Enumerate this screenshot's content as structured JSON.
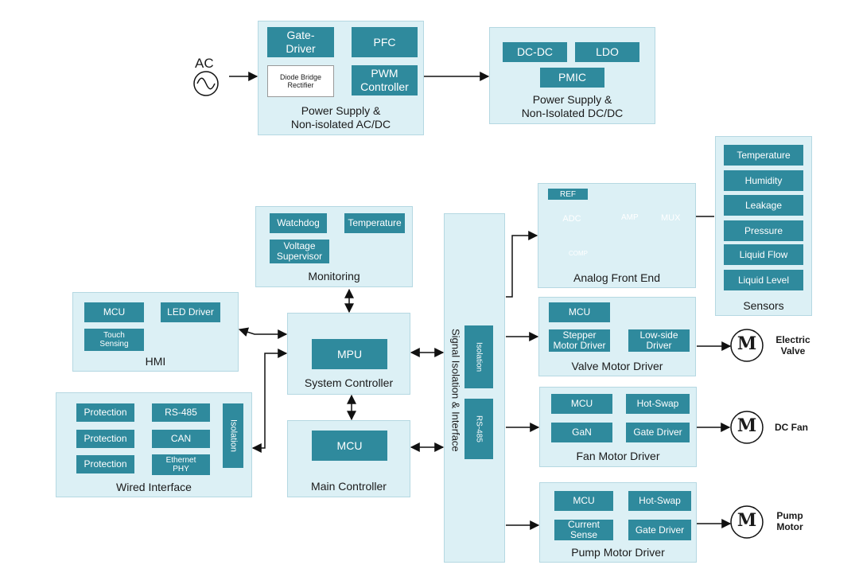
{
  "ac": {
    "label": "AC"
  },
  "power_ac": {
    "label": "Power Supply &\nNon-isolated AC/DC",
    "gate_driver": "Gate-\nDriver",
    "pfc": "PFC",
    "diode_bridge": "Diode Bridge\nRectifier",
    "pwm_controller": "PWM\nController"
  },
  "power_dc": {
    "label": "Power Supply &\nNon-Isolated DC/DC",
    "dcdc": "DC-DC",
    "ldo": "LDO",
    "pmic": "PMIC"
  },
  "monitoring": {
    "label": "Monitoring",
    "watchdog": "Watchdog",
    "temperature": "Temperature",
    "voltage_supervisor": "Voltage\nSupervisor"
  },
  "hmi": {
    "label": "HMI",
    "mcu": "MCU",
    "led_driver": "LED Driver",
    "touch_sensing": "Touch\nSensing"
  },
  "system_controller": {
    "label": "System Controller",
    "mpu": "MPU"
  },
  "main_controller": {
    "label": "Main Controller",
    "mcu": "MCU"
  },
  "wired": {
    "label": "Wired Interface",
    "protection1": "Protection",
    "protection2": "Protection",
    "protection3": "Protection",
    "rs485": "RS-485",
    "can": "CAN",
    "ethernet": "Ethernet\nPHY",
    "isolation": "Isolation"
  },
  "signal_iso": {
    "label": "Signal Isolation & Interface",
    "isolation": "Isolation",
    "rs485": "RS-485"
  },
  "afe": {
    "label": "Analog Front End",
    "ref": "REF",
    "adc": "ADC",
    "amp": "AMP",
    "mux": "MUX",
    "comp": "COMP"
  },
  "sensors": {
    "label": "Sensors",
    "items": [
      "Temperature",
      "Humidity",
      "Leakage",
      "Pressure",
      "Liquid Flow",
      "Liquid Level"
    ]
  },
  "valve": {
    "label": "Valve Motor Driver",
    "mcu": "MCU",
    "stepper": "Stepper\nMotor Driver",
    "lowside": "Low-side\nDriver",
    "motor_label": "Electric\nValve"
  },
  "fan": {
    "label": "Fan Motor Driver",
    "mcu": "MCU",
    "hotswap": "Hot-Swap",
    "gan": "GaN",
    "gate_driver": "Gate Driver",
    "motor_label": "DC Fan"
  },
  "pump": {
    "label": "Pump Motor Driver",
    "mcu": "MCU",
    "hotswap": "Hot-Swap",
    "current_sense": "Current\nSense",
    "gate_driver": "Gate Driver",
    "motor_label": "Pump\nMotor"
  },
  "motor_symbol": "M"
}
